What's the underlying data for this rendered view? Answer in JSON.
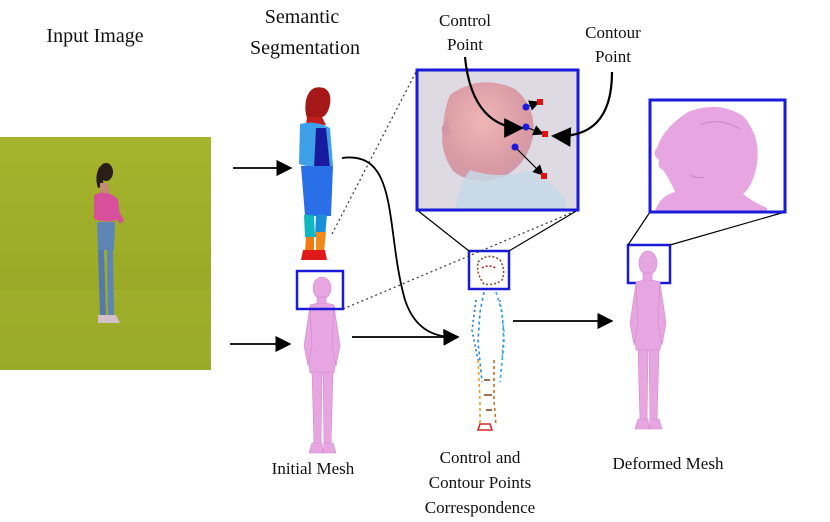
{
  "labels": {
    "input_image": "Input Image",
    "semantic_segmentation_line1": "Semantic",
    "semantic_segmentation_line2": "Segmentation",
    "control_point_line1": "Control",
    "control_point_line2": "Point",
    "contour_point_line1": "Contour",
    "contour_point_line2": "Point",
    "initial_mesh": "Initial Mesh",
    "correspondence_line1": "Control  and",
    "correspondence_line2": "Contour Points",
    "correspondence_line3": "Correspondence",
    "deformed_mesh": "Deformed Mesh"
  },
  "colors": {
    "highlight_box": "#1a1ad8",
    "mesh_pink": "#e7a6e2",
    "control_point": "#1a1ae0",
    "contour_point": "#e01010",
    "background_green": "#9fae2e",
    "arrow": "#000000"
  }
}
